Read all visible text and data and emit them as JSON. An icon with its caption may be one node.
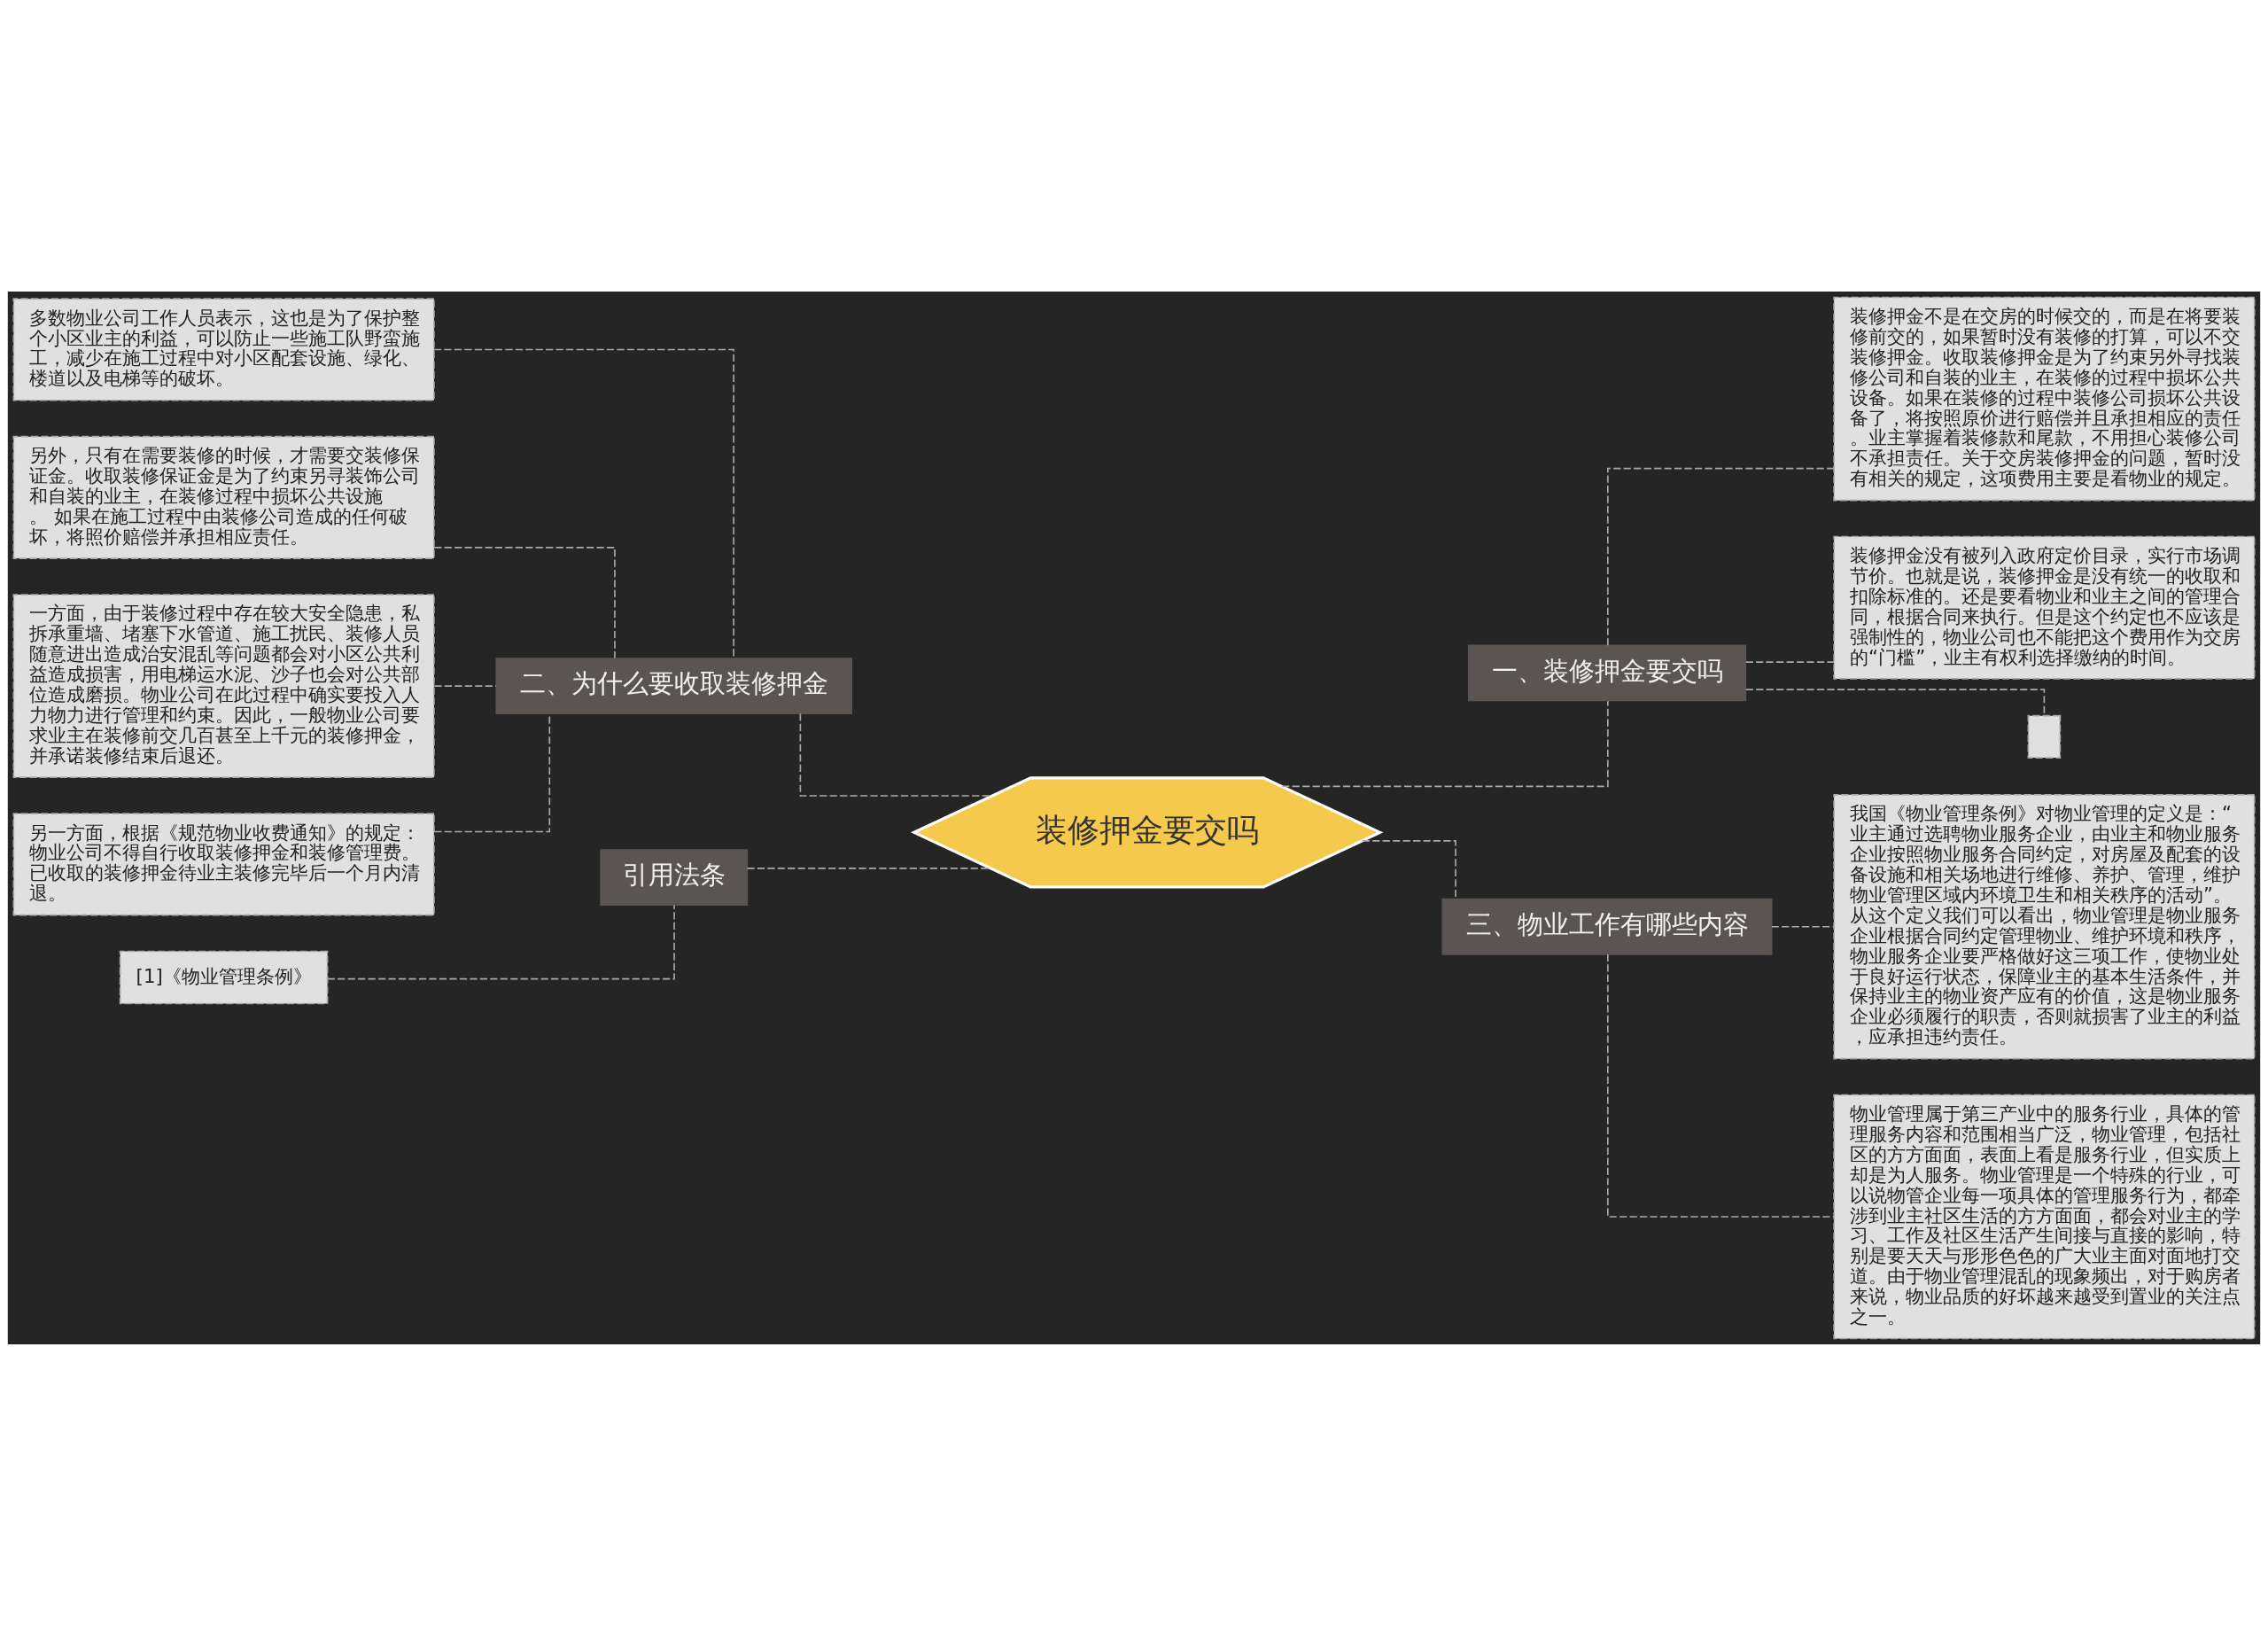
{
  "diagram": {
    "nodes": [
      {
        "text": [
          "装修押金要交吗"
        ]
      },
      {
        "text": [
          "一、装修押金要交吗"
        ]
      },
      {
        "text": [
          "装修押金不是在交房的时候交的，而是在将要装修前交的，如果暂时没有装修的打算，可以不交装修押金。收取装修押金是为了约束另外寻找装修公司和自装的业主，在装修的过程中损坏公共设备。如果在装修的过程中装修公司损坏公共设备了，将按照原价进行赔偿并且承担相应的责任。业主掌握着装修款和尾款，不用担心装修公司不承担责任。关于交房装修押金的问题，暂时没有相关的规定，这项费用主要是看物业的规定。"
        ]
      },
      {
        "text": [
          "装修押金没有被列入政府定价目录，实行市场调节价。也就是说，装修押金是没有统一的收取和扣除标准的。还是要看物业和业主之间的管理合同，根据合同来执行。但是这个约定也不应该是强制性的，物业公司也不能把这个费用作为交房的“门槛”，业主有权利选择缴纳的时间。"
        ]
      },
      {
        "text": [],
        "shape": "box"
      },
      {
        "text": [
          "三、物业工作有哪些内容"
        ]
      },
      {
        "text": [
          "我国《物业管理条例》对物业管理的定义是：“业主通过选聘物业服务企业，由业主和物业服务企业按照物业服务合同约定，对房屋及配套的设备设施和相关场地进行维修、养护、管理，维护物业管理区域内环境卫生和相关秩序的活动”。从这个定义我们可以看出，物业管理是物业服务企业根据合同约定管理物业、维护环境和秩序，物业服务企业要严格做好这三项工作，使物业处于良好运行状态，保障业主的基本生活条件，并保持业主的物业资产应有的价值，这是物业服务企业必须履行的职责，否则就损害了业主的利益，应承担违约责任。"
        ]
      },
      {
        "text": [
          "物业管理属于第三产业中的服务行业，具体的管理服务内容和范围相当广泛，物业管理，包括社区的方方面面，表面上看是服务行业，但实质上却是为人服务。物业管理是一个特殊的行业，可以说物管企业每一项具体的管理服务行为，都牵涉到业主社区生活的方方面面，都会对业主的学习、工作及社区生活产生间接与直接的影响，特别是要天天与形形色色的广大业主面对面地打交道。由于物业管理混乱的现象频出，对于购房者来说，物业品质的好坏越来越受到置业的关注点之一。"
        ]
      },
      {
        "text": [
          "二、为什么要收取装修押金"
        ]
      },
      {
        "text": [
          "多数物业公司工作人员表示，这也是为了保护整个小区业主的利益，可以防止一些施工队野蛮施工，减少在施工过程中对小区配套设施、绿化、楼道以及电梯等的破坏。"
        ]
      },
      {
        "text": [
          "另外，只有在需要装修的时候，才需要交装修保证金。收取装修保证金是为了约束另寻装饰公司和自装的业主，在装修过程中损坏公共设施。 如果在施工过程中由装修公司造成的任何破坏，将照价赔偿并承担相应责任。"
        ]
      },
      {
        "text": [
          "一方面，由于装修过程中存在较大安全隐患，私拆承重墙、堵塞下水管道、施工扰民、装修人员随意进出造成治安混乱等问题都会对小区公共利益造成损害，用电梯运水泥、沙子也会对公共部位造成磨损。物业公司在此过程中确实要投入人力物力进行管理和约束。因此，一般物业公司要求业主在装修前交几百甚至上千元的装修押金，并承诺装修结束后退还。"
        ]
      },
      {
        "text": [
          "另一方面，根据《规范物业收费通知》的规定：物业公司不得自行收取装修押金和装修管理费。已收取的装修押金待业主装修完毕后一个月内清退。"
        ]
      },
      {
        "text": [
          "引用法条"
        ]
      },
      {
        "text": [
          "[1]《物业管理条例》"
        ]
      }
    ],
    "edges": [
      {
        "from": 0,
        "to": 1,
        "arrow": "none",
        "style": "dashed"
      },
      {
        "from": 1,
        "to": 2,
        "arrow": "none",
        "style": "dashed"
      },
      {
        "from": 1,
        "to": 3,
        "arrow": "none",
        "style": "dashed"
      },
      {
        "from": 1,
        "to": 4,
        "arrow": "none",
        "style": "dashed"
      },
      {
        "from": 0,
        "to": 5,
        "arrow": "none",
        "style": "dashed"
      },
      {
        "from": 5,
        "to": 6,
        "arrow": "none",
        "style": "dashed"
      },
      {
        "from": 5,
        "to": 7,
        "arrow": "none",
        "style": "dashed"
      },
      {
        "from": 0,
        "to": 8,
        "arrow": "none",
        "style": "dashed"
      },
      {
        "from": 8,
        "to": 9,
        "arrow": "none",
        "style": "dashed"
      },
      {
        "from": 8,
        "to": 10,
        "arrow": "none",
        "style": "dashed"
      },
      {
        "from": 8,
        "to": 11,
        "arrow": "none",
        "style": "dashed"
      },
      {
        "from": 8,
        "to": 12,
        "arrow": "none",
        "style": "dashed"
      },
      {
        "from": 0,
        "to": 13,
        "arrow": "none",
        "style": "dashed"
      },
      {
        "from": 13,
        "to": 14,
        "arrow": "none",
        "style": "dashed"
      }
    ]
  }
}
